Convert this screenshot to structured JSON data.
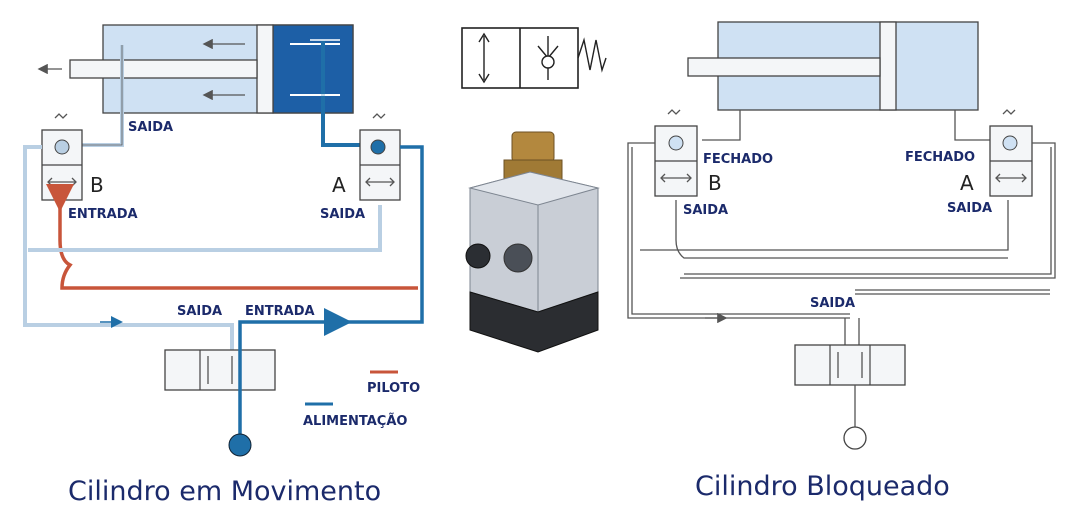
{
  "left": {
    "caption": "Cilindro em Movimento",
    "saida_top": "SAIDA",
    "port_b": "B",
    "port_a": "A",
    "entrada_b": "ENTRADA",
    "saida_a": "SAIDA",
    "saida_bottom": "SAIDA",
    "entrada_bottom": "ENTRADA",
    "legend": {
      "piloto": "PILOTO",
      "alimentacao": "ALIMENTAÇÃO",
      "piloto_color": "#c8553a",
      "alimentacao_color": "#1f6fa8"
    }
  },
  "right": {
    "caption": "Cilindro Bloqueado",
    "fechado_b": "FECHADO",
    "fechado_a": "FECHADO",
    "port_b": "B",
    "port_a": "A",
    "saida_b": "SAIDA",
    "saida_a": "SAIDA",
    "saida_bottom": "SAIDA"
  },
  "colors": {
    "cylinder_light": "#cfe1f3",
    "cylinder_dark": "#1d5fa6",
    "air_line": "#b9cfe3",
    "label": "#1b2a6b"
  }
}
